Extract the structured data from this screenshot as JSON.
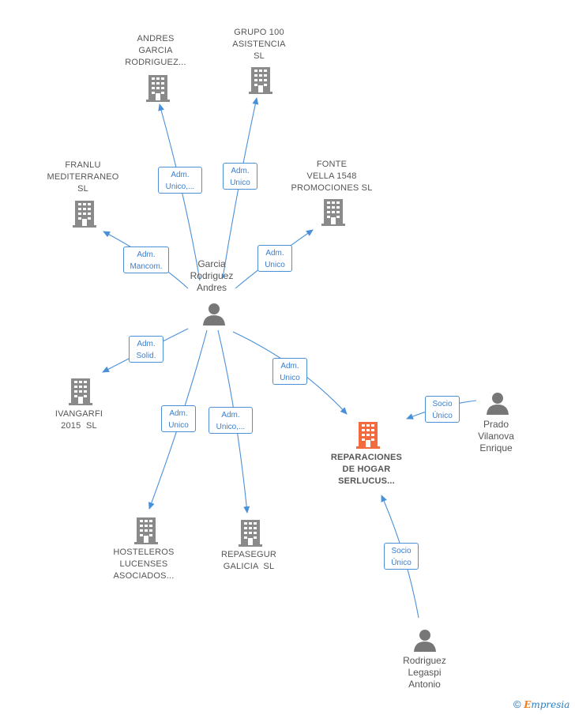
{
  "center": {
    "name_lines": [
      "Garcia",
      "Rodriguez",
      "Andres"
    ]
  },
  "companies": {
    "andres": {
      "lines": [
        "ANDRES",
        "GARCIA",
        "RODRIGUEZ..."
      ]
    },
    "grupo100": {
      "lines": [
        "GRUPO 100",
        "ASISTENCIA",
        "SL"
      ]
    },
    "franlu": {
      "lines": [
        "FRANLU",
        "MEDITERRANEO",
        "SL"
      ]
    },
    "fonte": {
      "lines": [
        "FONTE",
        "VELLA 1548",
        "PROMOCIONES SL"
      ]
    },
    "ivangarfi": {
      "lines": [
        "IVANGARFI",
        "2015  SL"
      ]
    },
    "hosteleros": {
      "lines": [
        "HOSTELEROS",
        "LUCENSES",
        "ASOCIADOS..."
      ]
    },
    "repasegur": {
      "lines": [
        "REPASEGUR",
        "GALICIA  SL"
      ]
    },
    "reparaciones": {
      "lines": [
        "REPARACIONES",
        "DE HOGAR",
        "SERLUCUS..."
      ]
    }
  },
  "persons": {
    "prado": {
      "lines": [
        "Prado",
        "Vilanova",
        "Enrique"
      ]
    },
    "rodriguez": {
      "lines": [
        "Rodriguez",
        "Legaspi",
        "Antonio"
      ]
    }
  },
  "roles": {
    "andres": [
      "Adm.",
      "Unico,..."
    ],
    "grupo100": [
      "Adm.",
      "Unico"
    ],
    "franlu": [
      "Adm.",
      "Mancom."
    ],
    "fonte": [
      "Adm.",
      "Unico"
    ],
    "ivangarfi": [
      "Adm.",
      "Solid."
    ],
    "hosteleros": [
      "Adm.",
      "Unico"
    ],
    "repasegur": [
      "Adm.",
      "Unico,..."
    ],
    "reparaciones": [
      "Adm.",
      "Unico"
    ],
    "prado": [
      "Socio",
      "Único"
    ],
    "rodriguez": [
      "Socio",
      "Único"
    ]
  },
  "colors": {
    "edge": "#4a90d9",
    "building": "#8a8a8a",
    "highlight": "#f26a3d",
    "person": "#777777"
  },
  "footer": {
    "copyright": "©",
    "brand_e": "E",
    "brand_rest": "mpresia"
  }
}
